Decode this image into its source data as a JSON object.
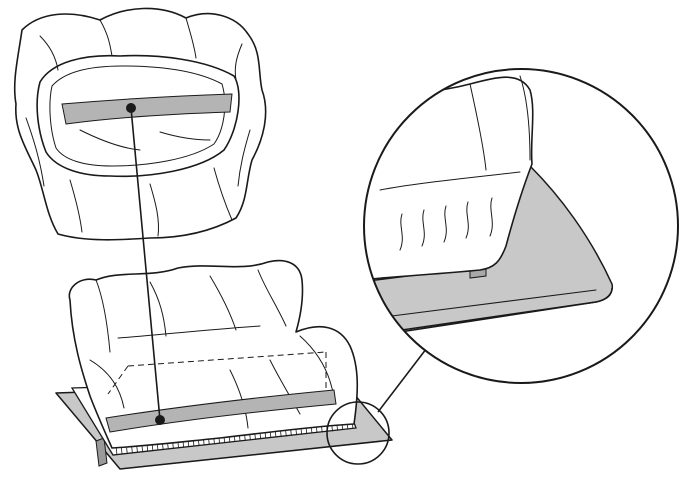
{
  "illustration": {
    "colors": {
      "outline": "#1a1a1a",
      "fabric": "#ffffff",
      "tray": "#c8c8c8",
      "strap": "#b4b4b4",
      "background": "#ffffff"
    },
    "parts": [
      "filter-bag",
      "drawstring-band",
      "filter-cartridge",
      "base-tray",
      "detail-callout"
    ]
  }
}
